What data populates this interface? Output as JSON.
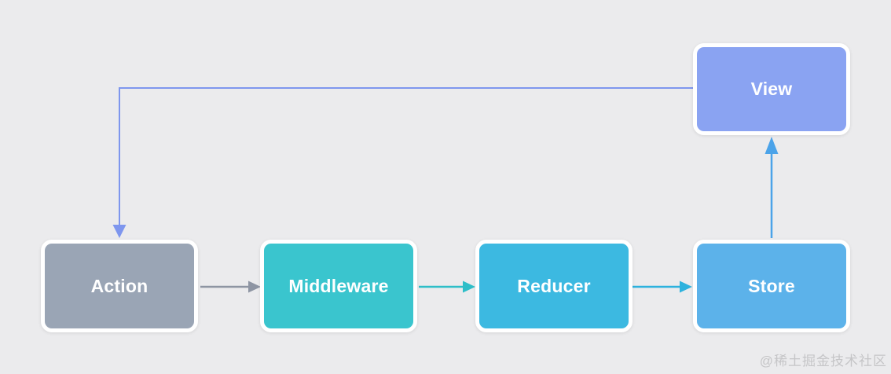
{
  "page": {
    "background_color": "#ebebed",
    "watermark": "@稀土掘金技术社区"
  },
  "diagram": {
    "nodes": [
      {
        "id": "action",
        "label": "Action",
        "color": "#9aa5b5"
      },
      {
        "id": "middleware",
        "label": "Middleware",
        "color": "#3ac5ce"
      },
      {
        "id": "reducer",
        "label": "Reducer",
        "color": "#3cb9e1"
      },
      {
        "id": "store",
        "label": "Store",
        "color": "#5cb2ea"
      },
      {
        "id": "view",
        "label": "View",
        "color": "#8aa3f2"
      }
    ],
    "edges": [
      {
        "from": "action",
        "to": "middleware",
        "color": "#8e95a3"
      },
      {
        "from": "middleware",
        "to": "reducer",
        "color": "#2ebec8"
      },
      {
        "from": "reducer",
        "to": "store",
        "color": "#2db2de"
      },
      {
        "from": "store",
        "to": "view",
        "color": "#4ba3e9"
      },
      {
        "from": "view",
        "to": "action",
        "color": "#7e96ee"
      }
    ]
  }
}
